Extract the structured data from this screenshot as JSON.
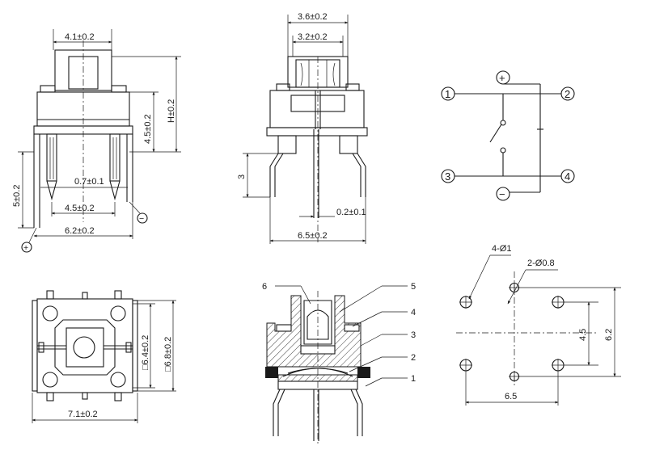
{
  "side_view": {
    "dim_width": "4.1±0.2",
    "dim_height_h": "H±0.2",
    "dim_body": "4.5±0.2",
    "dim_leg": "5±0.2",
    "dim_pin": "0.7±0.1",
    "dim_pitch": "4.5±0.2",
    "dim_span": "6.2±0.2",
    "plus_sign": "+",
    "minus_sign": "−"
  },
  "front_view": {
    "dim_top_outer": "3.6±0.2",
    "dim_top_inner": "3.2±0.2",
    "dim_bend": "3",
    "dim_pin_thick": "0.2±0.1",
    "dim_span": "6.5±0.2"
  },
  "schematic": {
    "pin1": "1",
    "pin2": "2",
    "pin3": "3",
    "pin4": "4",
    "plus": "+",
    "minus": "−"
  },
  "top_view": {
    "dim_inner": "□6.4±0.2",
    "dim_outer": "□6.8±0.2",
    "dim_width": "7.1±0.2"
  },
  "section_view": {
    "callouts": [
      "6",
      "5",
      "4",
      "3",
      "2",
      "1"
    ]
  },
  "footprint": {
    "holes_large": "4-Ø1",
    "holes_small": "2-Ø0.8",
    "dim_pitch": "4.5",
    "dim_height": "6.2",
    "dim_width": "6.5"
  }
}
